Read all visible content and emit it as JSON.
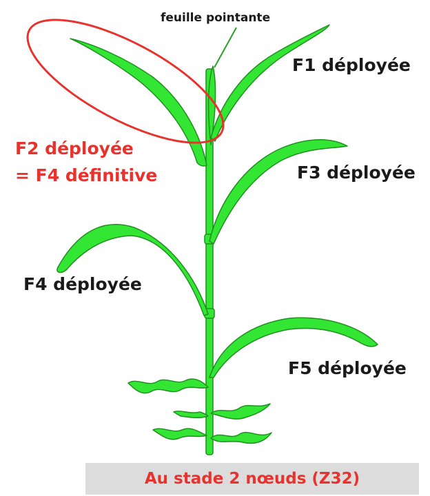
{
  "labels": {
    "pointing_leaf": "feuille pointante",
    "f1": "F1 déployée",
    "f2_line1": "F2 déployée",
    "f2_line2": "= F4 définitive",
    "f3": "F3 déployée",
    "f4": "F4 déployée",
    "f5": "F5 déployée"
  },
  "stage": "Au stade 2 nœuds (Z32)",
  "colors": {
    "leaf": "#33e633",
    "leaf_outline": "#1f8f1f",
    "highlight": "#e8322d",
    "stage_background": "#dcdcdc"
  }
}
